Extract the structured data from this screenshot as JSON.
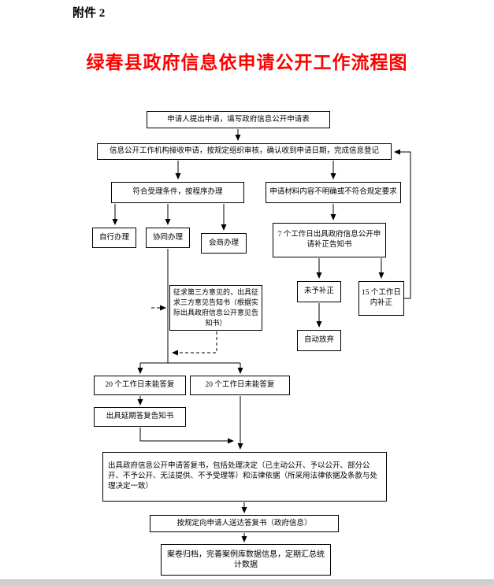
{
  "page": {
    "attachment_label": "附件 2",
    "title": "绿春县政府信息依申请公开工作流程图",
    "title_color": "#ff0000"
  },
  "boxes": [
    {
      "id": "submit-application",
      "text": "申请人提出申请，填写政府信息公开申请表"
    },
    {
      "id": "receive-and-register",
      "text": "信息公开工作机构接收申请，按规定组织审核，确认收到申请日期，完成信息登记"
    },
    {
      "id": "meets-acceptance-conditions",
      "text": "符合受理条件，按程序办理"
    },
    {
      "id": "unclear-materials",
      "text": "申请材料内容不明确或不符合规定要求"
    },
    {
      "id": "self-handling",
      "text": "自行办理"
    },
    {
      "id": "collaborative-handling",
      "text": "协同办理"
    },
    {
      "id": "consultation-handling",
      "text": "会商办理"
    },
    {
      "id": "supplement-correction-notice",
      "text": "7 个工作日出具政府信息公开申请补正告知书"
    },
    {
      "id": "no-correction",
      "text": "未予补正"
    },
    {
      "id": "correction-within-15-days",
      "text": "15 个工作日内补正"
    },
    {
      "id": "automatic-abandonment",
      "text": "自动放弃"
    },
    {
      "id": "third-party-opinion",
      "text": "征求第三方意见的，出具征求三方意见告知书（根据实际出具政府信息公开意见告知书）"
    },
    {
      "id": "20-days-no-reply-left",
      "text": "20 个工作日未能答复"
    },
    {
      "id": "20-days-no-reply-center",
      "text": "20 个工作日未能答复"
    },
    {
      "id": "extension-reply-notice",
      "text": "出具延期答复告知书"
    },
    {
      "id": "reply-decision",
      "text": "出具政府信息公开申请答复书，包括处理决定（已主动公开、予以公开、部分公开、不予公开、无法提供、不予受理等）和法律依据（所采用法律依据及条款与处理决定一致）"
    },
    {
      "id": "deliver-reply",
      "text": "按规定向申请人送达答复书（政府信息）"
    },
    {
      "id": "archive-statistics",
      "text": "案卷归档，完善案例库数据信息，定期汇总统计数据"
    }
  ]
}
